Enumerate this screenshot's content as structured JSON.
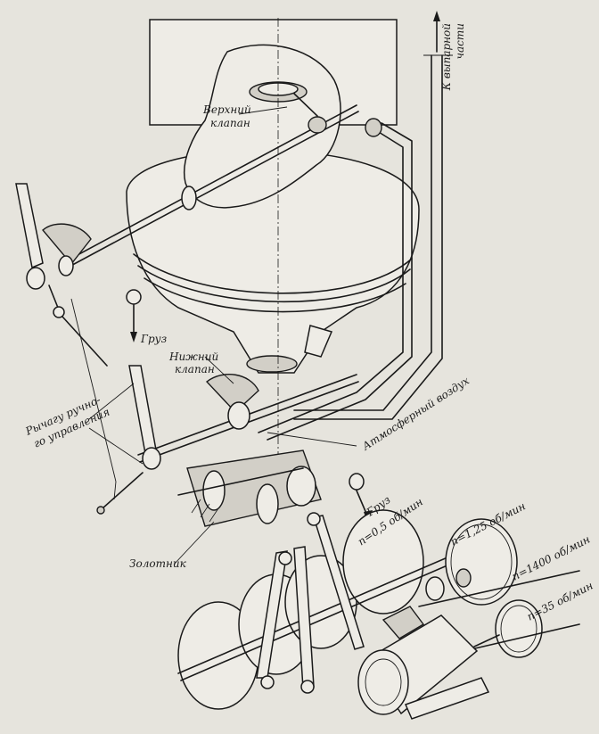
{
  "labels": {
    "to_evaporator_1": "К выпарной",
    "to_evaporator_2": "части",
    "upper_valve_1": "Верхний",
    "upper_valve_2": "клапан",
    "lower_valve_1": "Нижний",
    "lower_valve_2": "клапан",
    "weight_top": "Груз",
    "weight_bottom": "Груз",
    "manual_lever_1": "Рычагу ручно-",
    "manual_lever_2": "го управления",
    "atmospheric_air": "Атмосферный воздух",
    "spool": "Золотник",
    "speed_05": "n=0,5 об/мин",
    "speed_125": "n=1,25 об/мин",
    "speed_1400": "n=1400 об/мин",
    "speed_35": "n=35 об/мин"
  }
}
